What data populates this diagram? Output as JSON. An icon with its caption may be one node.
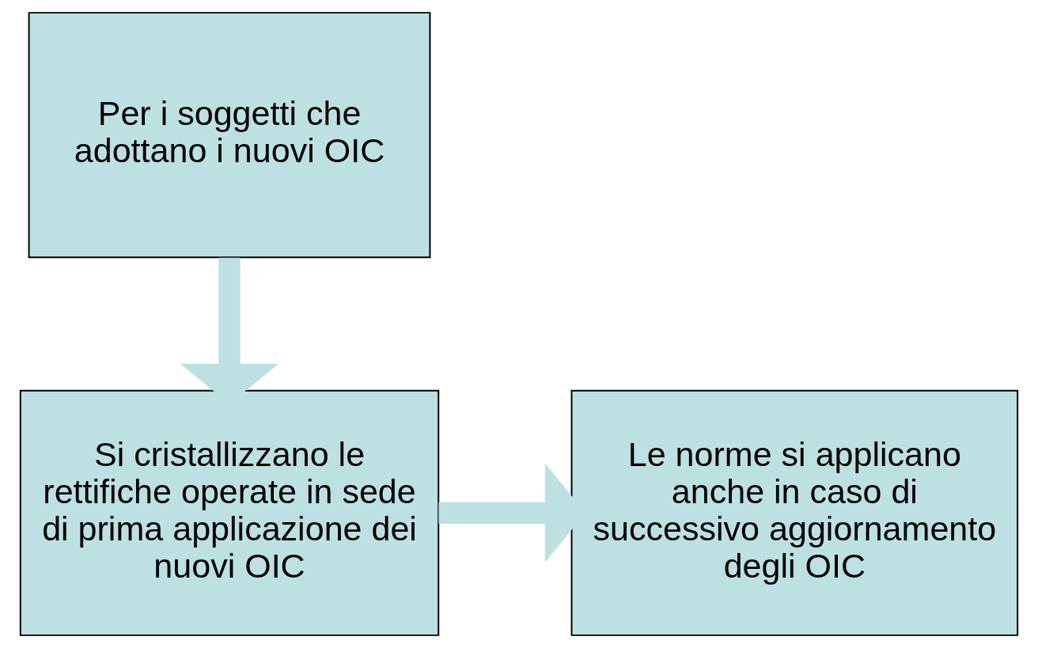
{
  "diagram": {
    "nodes": [
      {
        "text": [
          "Per i soggetti che adottano i nuovi OIC"
        ]
      },
      {
        "text": [
          "Si cristallizzano le rettifiche operate in sede di prima applicazione dei nuovi OIC"
        ]
      },
      {
        "text": [
          "Le norme si applicano anche in caso di successivo aggiornamento degli OIC"
        ]
      }
    ],
    "edges": [
      {
        "from": 0,
        "to": 1,
        "arrow": "to"
      },
      {
        "from": 1,
        "to": 2,
        "arrow": "to"
      }
    ]
  }
}
